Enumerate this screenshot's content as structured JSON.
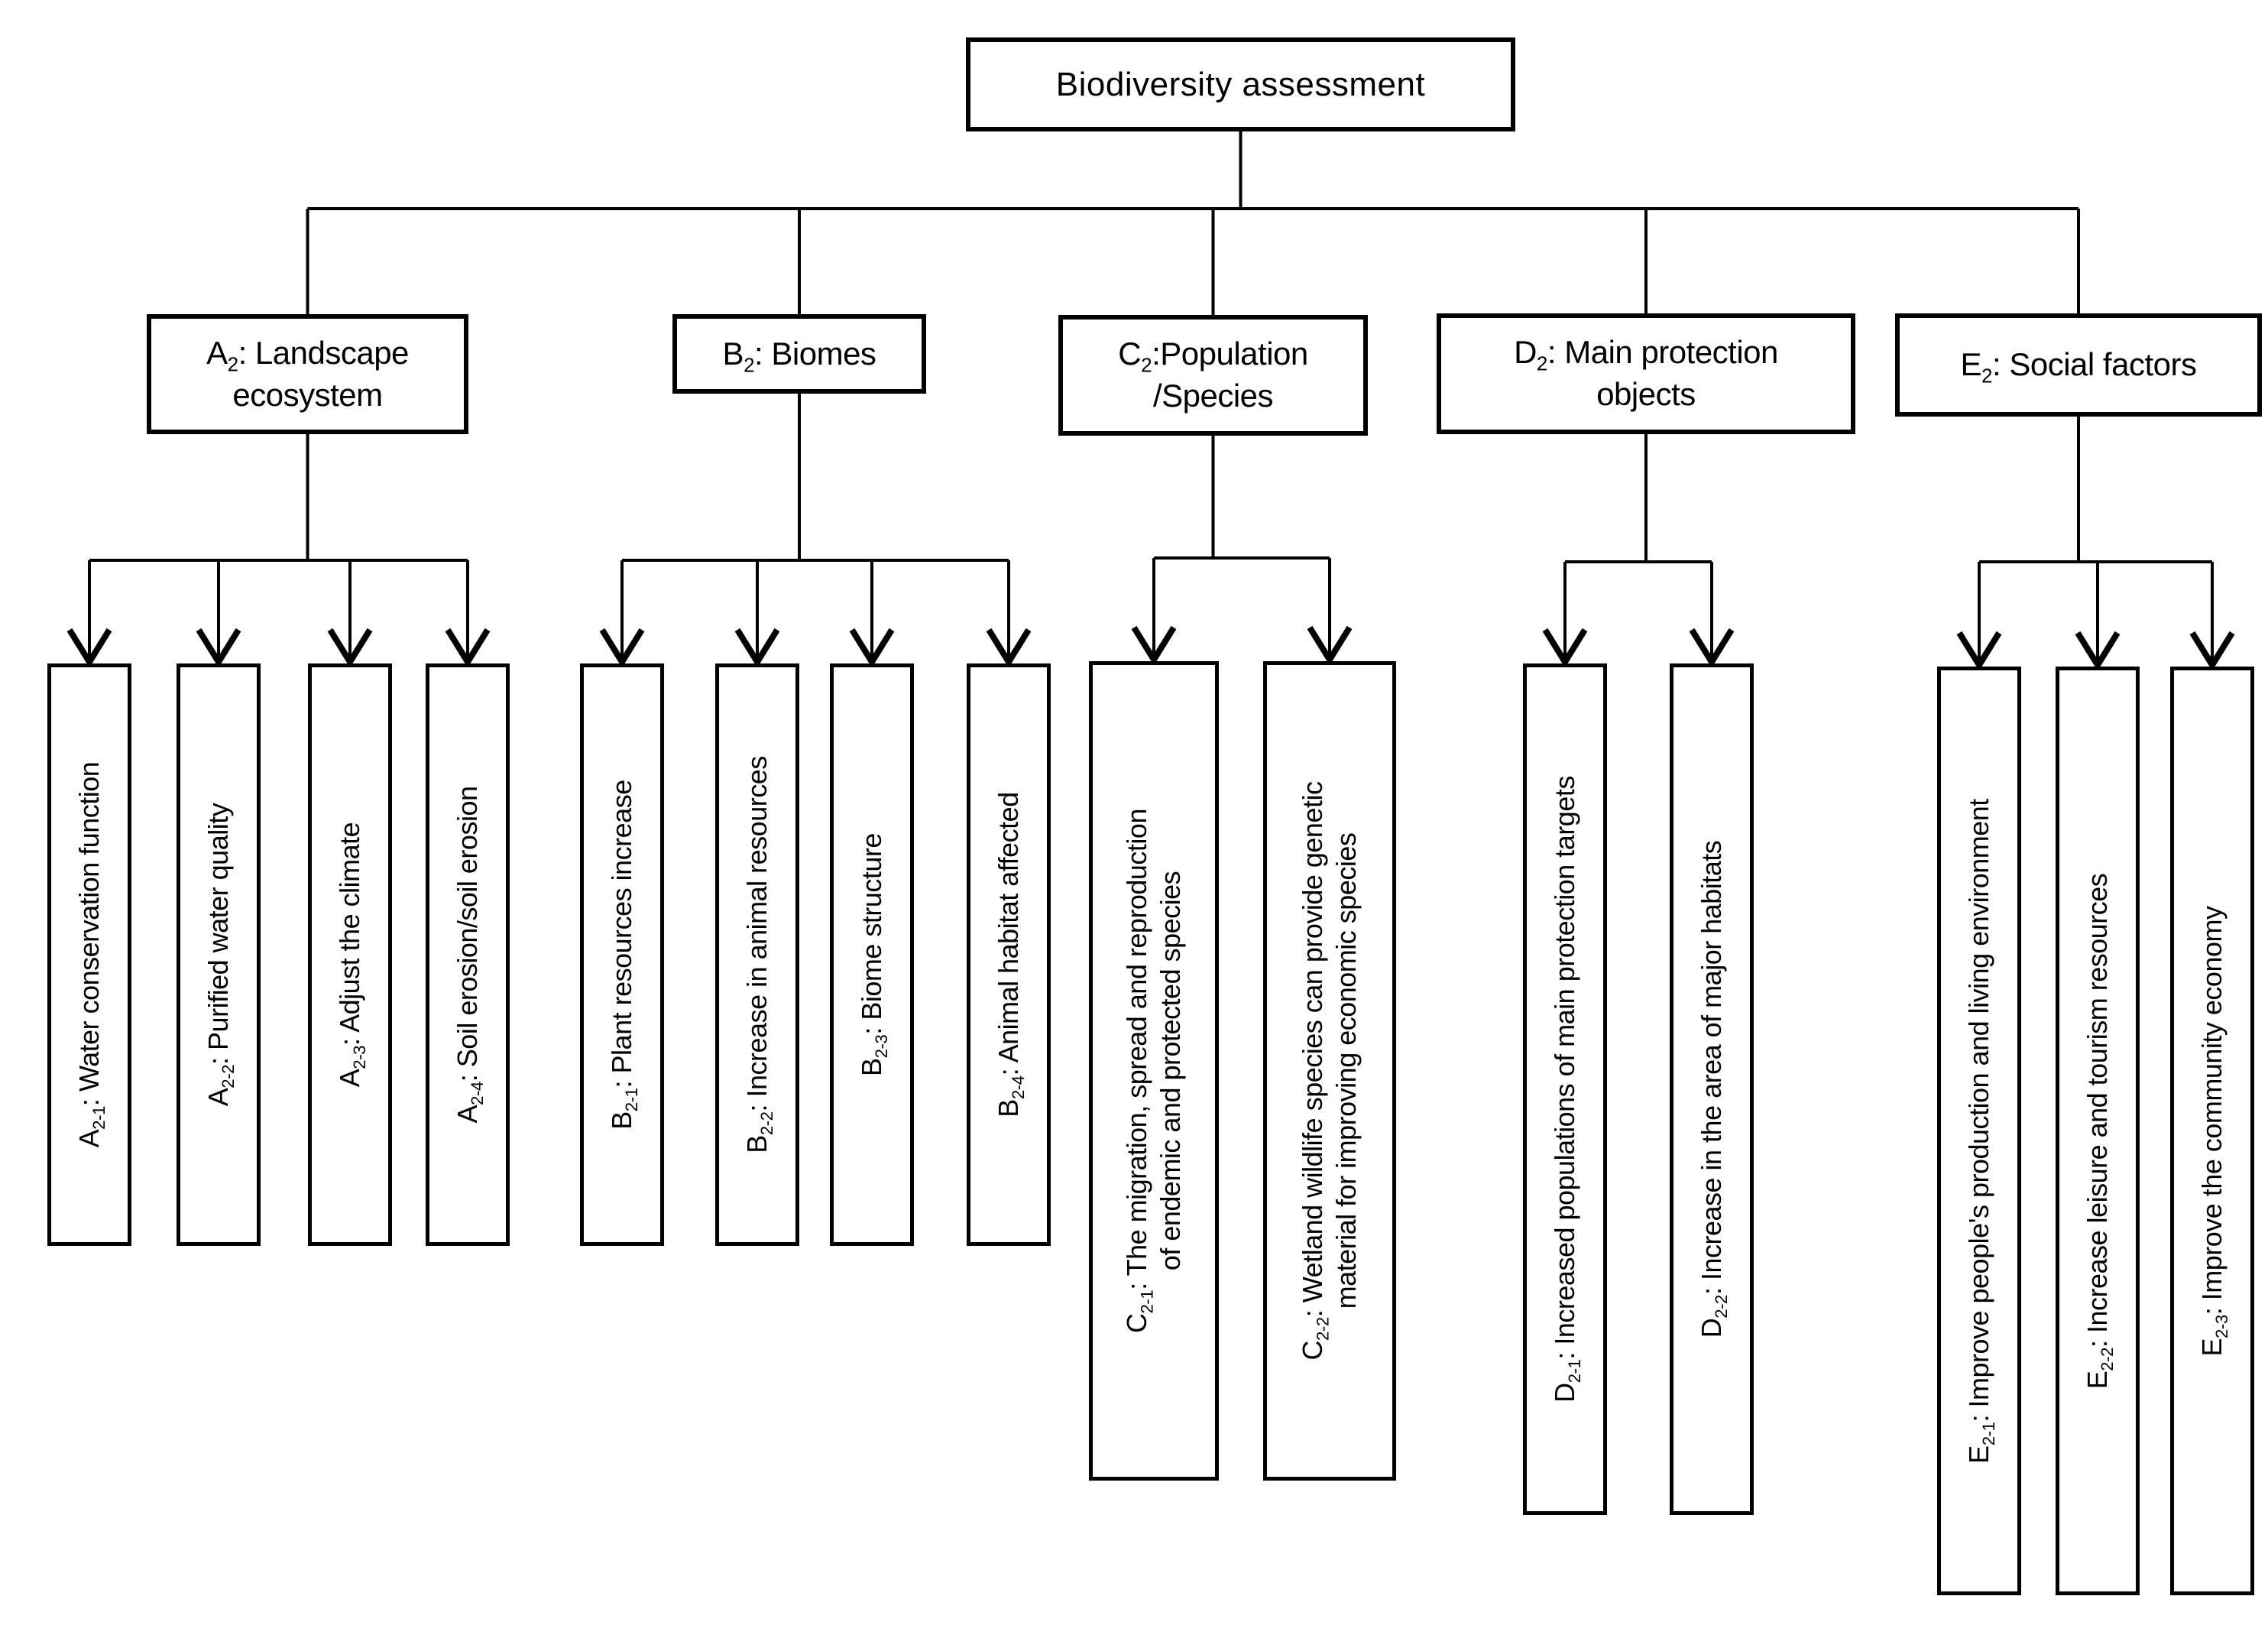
{
  "title": "Biodiversity assessment",
  "colors": {
    "ink": "#000000",
    "paper": "#ffffff"
  },
  "groups": [
    {
      "label": {
        "letter": "A",
        "sub": "2",
        "line1": ": Landscape",
        "line2": "ecosystem"
      },
      "children": [
        {
          "letter": "A",
          "sub": "2-1",
          "line1": ": Water conservation function",
          "line2": ""
        },
        {
          "letter": "A",
          "sub": "2-2",
          "line1": ": Purified water quality",
          "line2": ""
        },
        {
          "letter": "A",
          "sub": "2-3",
          "line1": ": Adjust the climate",
          "line2": ""
        },
        {
          "letter": "A",
          "sub": "2-4",
          "line1": ": Soil erosion/soil erosion",
          "line2": ""
        }
      ]
    },
    {
      "label": {
        "letter": "B",
        "sub": "2",
        "line1": ": Biomes",
        "line2": ""
      },
      "children": [
        {
          "letter": "B",
          "sub": "2-1",
          "line1": ": Plant resources increase",
          "line2": ""
        },
        {
          "letter": "B",
          "sub": "2-2",
          "line1": ": Increase in animal resources",
          "line2": ""
        },
        {
          "letter": "B",
          "sub": "2-3",
          "line1": ": Biome structure",
          "line2": ""
        },
        {
          "letter": "B",
          "sub": "2-4",
          "line1": ": Animal habitat affected",
          "line2": ""
        }
      ]
    },
    {
      "label": {
        "letter": "C",
        "sub": "2",
        "line1": ":Population",
        "line2": "/Species"
      },
      "children": [
        {
          "letter": "C",
          "sub": "2-1",
          "line1": ": The migration, spread and reproduction",
          "line2": "of endemic and protected species"
        },
        {
          "letter": "C",
          "sub": "2-2",
          "line1": ": Wetland wildlife species can provide genetic",
          "line2": "material for improving economic species"
        }
      ]
    },
    {
      "label": {
        "letter": "D",
        "sub": "2",
        "line1": ": Main protection",
        "line2": "objects"
      },
      "children": [
        {
          "letter": "D",
          "sub": "2-1",
          "line1": ": Increased populations of main protection targets",
          "line2": ""
        },
        {
          "letter": "D",
          "sub": "2-2",
          "line1": ": Increase in the area of major habitats",
          "line2": ""
        }
      ]
    },
    {
      "label": {
        "letter": "E",
        "sub": "2",
        "line1": ": Social factors",
        "line2": ""
      },
      "children": [
        {
          "letter": "E",
          "sub": "2-1",
          "line1": ": Improve people's production and living environment",
          "line2": ""
        },
        {
          "letter": "E",
          "sub": "2-2",
          "line1": ": Increase leisure and tourism resources",
          "line2": ""
        },
        {
          "letter": "E",
          "sub": "2-3",
          "line1": ": Improve the community economy",
          "line2": ""
        }
      ]
    }
  ]
}
